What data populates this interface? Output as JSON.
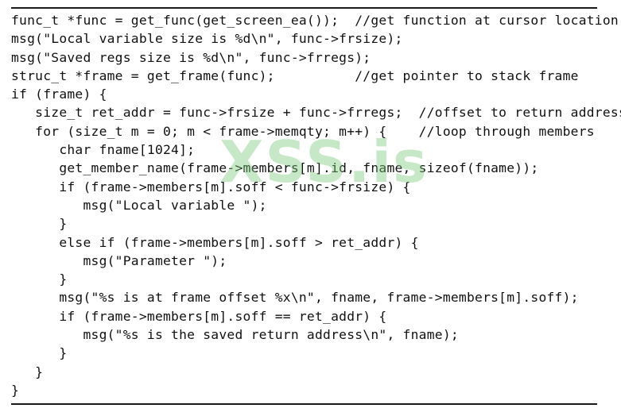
{
  "listing": {
    "lines": [
      "func_t *func = get_func(get_screen_ea());  //get function at cursor location",
      "msg(\"Local variable size is %d\\n\", func->frsize);",
      "msg(\"Saved regs size is %d\\n\", func->frregs);",
      "struc_t *frame = get_frame(func);          //get pointer to stack frame",
      "if (frame) {",
      "   size_t ret_addr = func->frsize + func->frregs;  //offset to return address",
      "   for (size_t m = 0; m < frame->memqty; m++) {    //loop through members",
      "      char fname[1024];",
      "      get_member_name(frame->members[m].id, fname, sizeof(fname));",
      "      if (frame->members[m].soff < func->frsize) {",
      "         msg(\"Local variable \");",
      "      }",
      "      else if (frame->members[m].soff > ret_addr) {",
      "         msg(\"Parameter \");",
      "      }",
      "      msg(\"%s is at frame offset %x\\n\", fname, frame->members[m].soff);",
      "      if (frame->members[m].soff == ret_addr) {",
      "         msg(\"%s is the saved return address\\n\", fname);",
      "      }",
      "   }",
      "}"
    ]
  },
  "watermark": {
    "text": "XSS.is",
    "color": "#78c878"
  },
  "colors": {
    "text": "#111111",
    "rule": "#1a1a1a",
    "background": "#ffffff"
  }
}
